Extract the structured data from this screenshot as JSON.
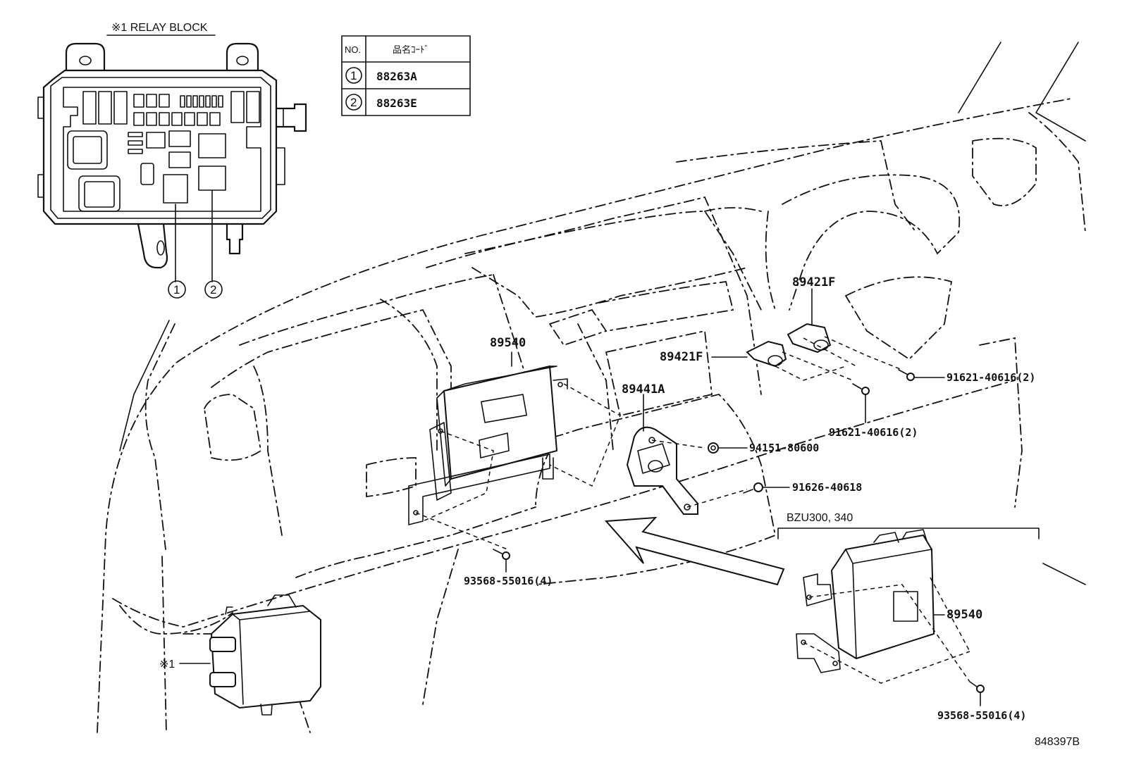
{
  "relay_block": {
    "title": "※1 RELAY BLOCK",
    "callout_1": "①",
    "callout_2": "②",
    "ref_mark": "※1"
  },
  "part_table": {
    "header_no": "NO.",
    "header_code": "品名ｺｰﾄﾞ",
    "rows": [
      {
        "no": "1",
        "code": "88263A"
      },
      {
        "no": "2",
        "code": "88263E"
      }
    ]
  },
  "parts": {
    "ecu_main": "89540",
    "sensor_upper": "89421F",
    "sensor_lower": "89421F",
    "sensor_bracket": "89441A",
    "bolt_upper": "91621-40616(2)",
    "bolt_mid": "91621-40616(2)",
    "nut": "94151-80600",
    "bolt_lower": "91626-40618",
    "screw_main": "93568-55016(4)",
    "ecu_variant": "89540",
    "screw_variant": "93568-55016(4)"
  },
  "variant_label": "BZU300, 340",
  "diagram_id": "848397B"
}
